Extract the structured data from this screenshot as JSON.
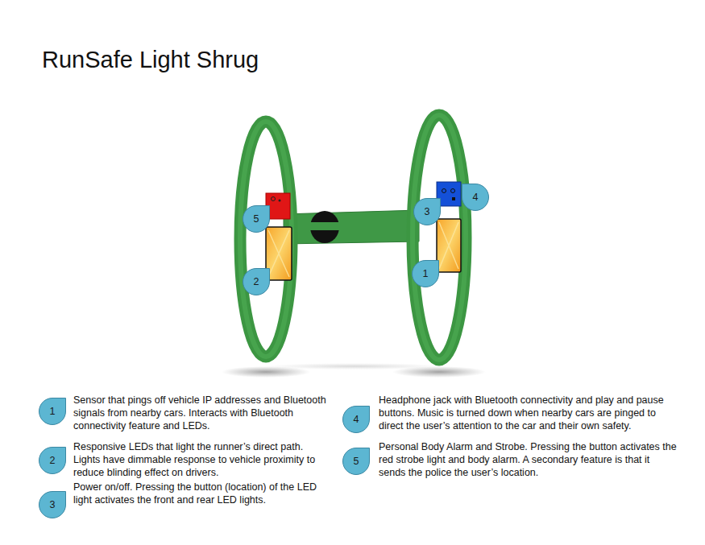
{
  "diagram": {
    "title": "RunSafe Light Shrug",
    "nodes": [
      {
        "text": [
          "4"
        ]
      },
      {
        "text": [
          "3"
        ]
      },
      {
        "text": [
          "5"
        ]
      },
      {
        "text": [
          "1"
        ]
      },
      {
        "text": [
          "2"
        ]
      },
      {
        "text": [
          "1",
          "Sensor that pings off vehicle IP addresses and Bluetooth signals from nearby cars. Interacts with Bluetooth connectivity feature and LEDs."
        ]
      },
      {
        "text": [
          "2",
          "Responsive LEDs that light the runner’s direct path. Lights have dimmable response to vehicle proximity to reduce blinding effect on drivers."
        ]
      },
      {
        "text": [
          "3",
          "Power on/off. Pressing the button (location) of the LED light activates the front and rear LED lights."
        ]
      },
      {
        "text": [
          "4",
          "Headphone jack with Bluetooth connectivity and play and pause buttons. Music is turned down when nearby cars are pinged to direct the user’s attention to the car and their own safety."
        ]
      },
      {
        "text": [
          "5",
          "Personal Body Alarm and Strobe. Pressing the button activates the red strobe light and body alarm. A secondary feature is that it sends the police the user’s location."
        ]
      }
    ]
  }
}
